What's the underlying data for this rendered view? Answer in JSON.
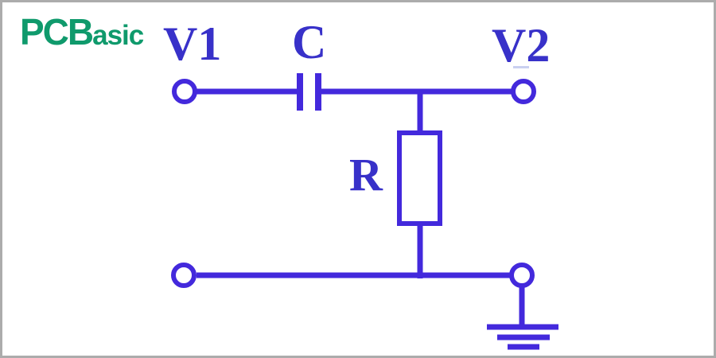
{
  "logo": {
    "main": "PCB",
    "sub": "asic",
    "color": "#0f9a6c"
  },
  "diagram": {
    "type": "circuit-schematic",
    "description": "RC high-pass filter: input V1 through series capacitor C to output V2, resistor R shunted to grounded bottom rail",
    "components": [
      {
        "name": "input-terminal",
        "label": "V1"
      },
      {
        "name": "capacitor",
        "label": "C"
      },
      {
        "name": "output-terminal",
        "label": "V2"
      },
      {
        "name": "resistor",
        "label": "R"
      },
      {
        "name": "ground",
        "label": ""
      }
    ]
  },
  "labels": {
    "v1": "V1",
    "c": "C",
    "v2": "V2",
    "r": "R"
  },
  "colors": {
    "wire": "#4329dc",
    "label_text": "#3831c9",
    "logo_green": "#0f9a6c",
    "frame_border": "#acacac",
    "background": "#ffffff"
  }
}
